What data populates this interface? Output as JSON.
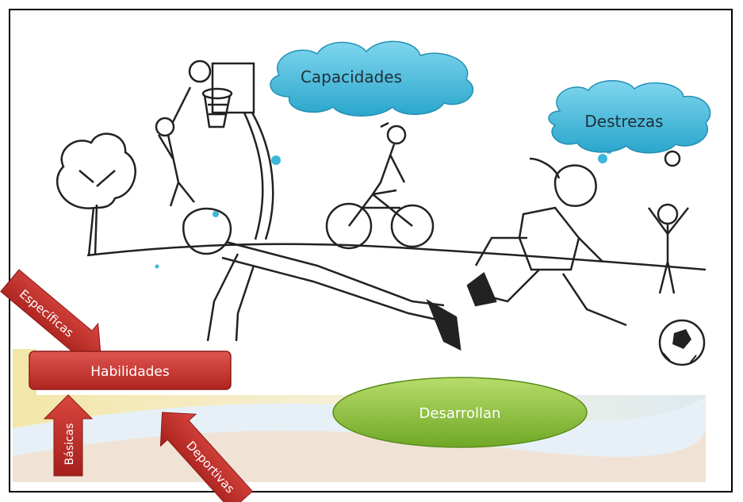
{
  "diagram": {
    "clouds": [
      {
        "label": "Capacidades"
      },
      {
        "label": "Destrezas"
      }
    ],
    "center_box": {
      "label": "Habilidades"
    },
    "oval": {
      "label": "Desarrollan"
    },
    "arrows": [
      {
        "label": "Específicas"
      },
      {
        "label": "Básicas"
      },
      {
        "label": "Deportivas"
      }
    ]
  },
  "colors": {
    "cloud_fill": "#3cb7d8",
    "box_fill": "#c9302c",
    "oval_fill": "#8cc43c",
    "arrow_fill": "#b92b27"
  }
}
